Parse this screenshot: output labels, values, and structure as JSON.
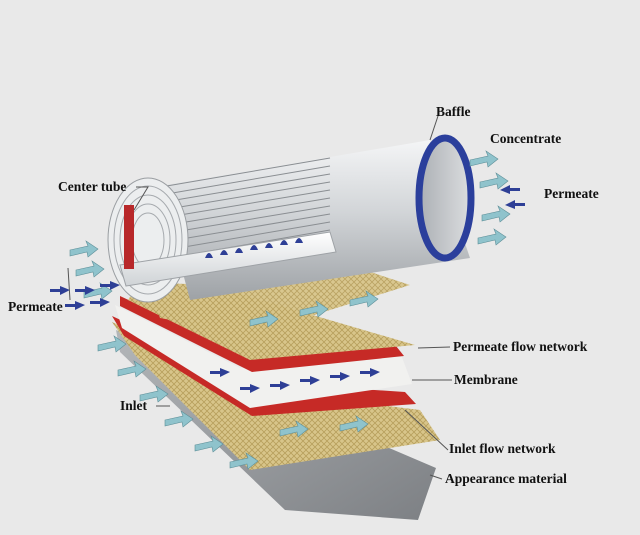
{
  "labels": {
    "baffle": "Baffle",
    "concentrate": "Concentrate",
    "permeate_right": "Permeate",
    "center_tube": "Center tube",
    "permeate_left": "Permeate",
    "permeate_flow_network": "Permeate flow network",
    "membrane": "Membrane",
    "inlet": "Inlet",
    "inlet_flow_network": "Inlet flow network",
    "appearance_material": "Appearance material"
  },
  "colors": {
    "background": "#e9e9e9",
    "cylinder_shell": "#c9ccd0",
    "baffle_ring": "#2b3f9c",
    "center_tube_red": "#b8282a",
    "mesh_tan": "#d8c58a",
    "membrane_red": "#c62a26",
    "feed_arrow": "#8fc3cc",
    "permeate_arrow": "#2e3f96",
    "appearance_gray": "#8b8e91"
  },
  "icons": {
    "flow_arrow": "light-blue-arrow-icon",
    "permeate_arrow": "dark-blue-arrow-icon"
  }
}
